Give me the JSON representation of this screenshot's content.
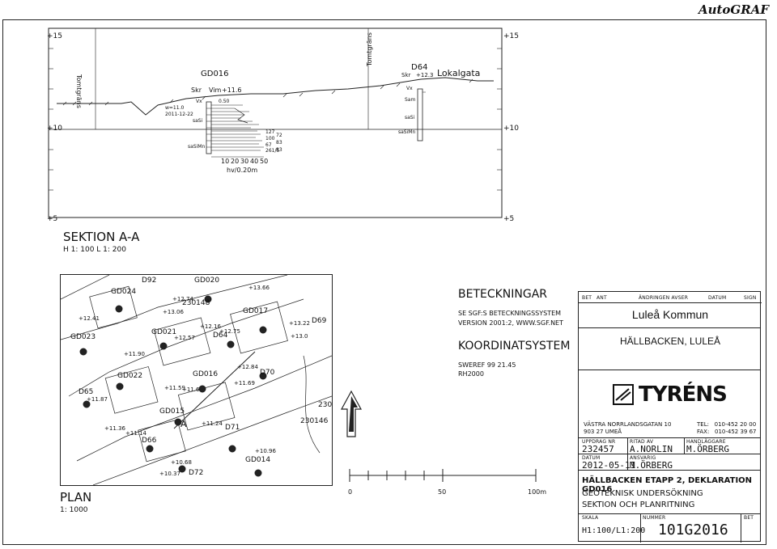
{
  "brand": "AutoGRAF",
  "section": {
    "title": "SEKTION A-A",
    "scale": "H 1: 100   L 1: 200",
    "levels_left": [
      "+15",
      "+10",
      "+5"
    ],
    "levels_right": [
      "+15",
      "+10",
      "+5"
    ],
    "tomt_left": "Tomtgräns",
    "tomt_right": "Tomtgräns",
    "gd016": {
      "id": "GD016",
      "method": "Skr",
      "vim": "Vim",
      "elev": "+11.6",
      "vx": "Vx",
      "w_label": "w=11.0",
      "w_date": "2011-12-22",
      "sasi": "saSi",
      "sasimn": "saSiMn",
      "depth": "0.50",
      "vals": [
        "127",
        "100",
        "67",
        "261/5",
        "72",
        "83",
        "83"
      ],
      "axis": [
        "10",
        "20",
        "30",
        "40",
        "50"
      ],
      "axis_label": "hv/0.20m"
    },
    "d64": {
      "id": "D64",
      "method": "Skr",
      "elev": "+12.3",
      "street": "Lokalgata",
      "layers": [
        "Vx",
        "Sam",
        "saSi",
        "saSiMn"
      ]
    }
  },
  "plan": {
    "title": "PLAN",
    "scale": "1: 1000",
    "labels": [
      "GD024",
      "D92",
      "GD020",
      "GD023",
      "GD021",
      "GD017",
      "D69",
      "GD022",
      "GD016",
      "D64",
      "D70",
      "D65",
      "GD015",
      "D66",
      "D71",
      "GD014",
      "D72",
      "230148",
      "230146",
      "230"
    ],
    "elevations": [
      "+12.41",
      "+11.90",
      "+11.59",
      "+11.6",
      "+12.57",
      "+12.75",
      "+13.06",
      "+13.66",
      "+13.22",
      "+13.0",
      "+12.84",
      "+11.69",
      "+11.87",
      "+11.36",
      "+11.14",
      "+11.24",
      "+10.68",
      "+10.37",
      "+10.96",
      "+12.74",
      "+12.16"
    ],
    "section_mark": "A"
  },
  "legend": {
    "beteckningar_title": "BETECKNINGAR",
    "beteckningar_lines": [
      "SE SGF:S BETECKNINGSSYSTEM",
      "VERSION 2001:2, WWW.SGF.NET"
    ],
    "koordinat_title": "KOORDINATSYSTEM",
    "koordinat_lines": [
      "SWEREF 99 21.45",
      "RH2000"
    ]
  },
  "scalebar": {
    "ticks": [
      "0",
      "50",
      "100m"
    ]
  },
  "titleblock": {
    "rev_headers": [
      "BET",
      "ANT",
      "ÄNDRINGEN AVSER",
      "DATUM",
      "SIGN"
    ],
    "client": "Luleå Kommun",
    "project": "HÄLLBACKEN, LULEÅ",
    "company": "TYRÉNS",
    "address": [
      "VÄSTRA NORRLANDSGATAN 10",
      "903 27 UMEÅ"
    ],
    "contact": [
      "TEL:   010-452 20 00",
      "FAX:   010-452 39 67"
    ],
    "uppdrag_label": "UPPDRAG NR",
    "uppdrag": "232457",
    "ritad_label": "RITAD AV",
    "ritad": "A.NORLIN",
    "handl_label": "HANDLÄGGARE",
    "handl": "M.ÖRBERG",
    "datum_label": "DATUM",
    "datum": "2012-05-11",
    "ansvarig_label": "ANSVARIG",
    "ansvarig": "M.ÖRBERG",
    "desc": [
      "HÄLLBACKEN ETAPP 2, DEKLARATION GD016",
      "GEOTEKNISK UNDERSÖKNING",
      "SEKTION OCH PLANRITNING"
    ],
    "skala_label": "SKALA",
    "skala": "H1:100/L1:200",
    "nummer_label": "NUMMER",
    "nummer": "101G2016",
    "bet_label": "BET"
  }
}
